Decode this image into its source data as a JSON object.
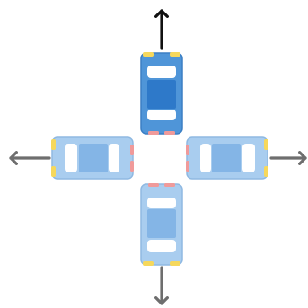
{
  "colors": {
    "highlight_body": "#4f95d8",
    "highlight_body_edge": "#3b7fc4",
    "highlight_roof": "#2e79c9",
    "car_body": "#a9cdef",
    "car_body_edge": "#8fb9e2",
    "car_roof": "#84b5e6",
    "window": "#ffffff",
    "headlight": "#f6d85c",
    "taillight": "#f09a9a",
    "arrow_highlight": "#111111",
    "arrow_default": "#6e6e6e"
  },
  "cars": [
    {
      "id": "north",
      "direction": "up",
      "highlighted": true
    },
    {
      "id": "west",
      "direction": "left",
      "highlighted": false
    },
    {
      "id": "east",
      "direction": "right",
      "highlighted": false
    },
    {
      "id": "south",
      "direction": "down",
      "highlighted": false
    }
  ],
  "icons": {
    "car": "car-icon",
    "arrow": "arrow-icon"
  }
}
